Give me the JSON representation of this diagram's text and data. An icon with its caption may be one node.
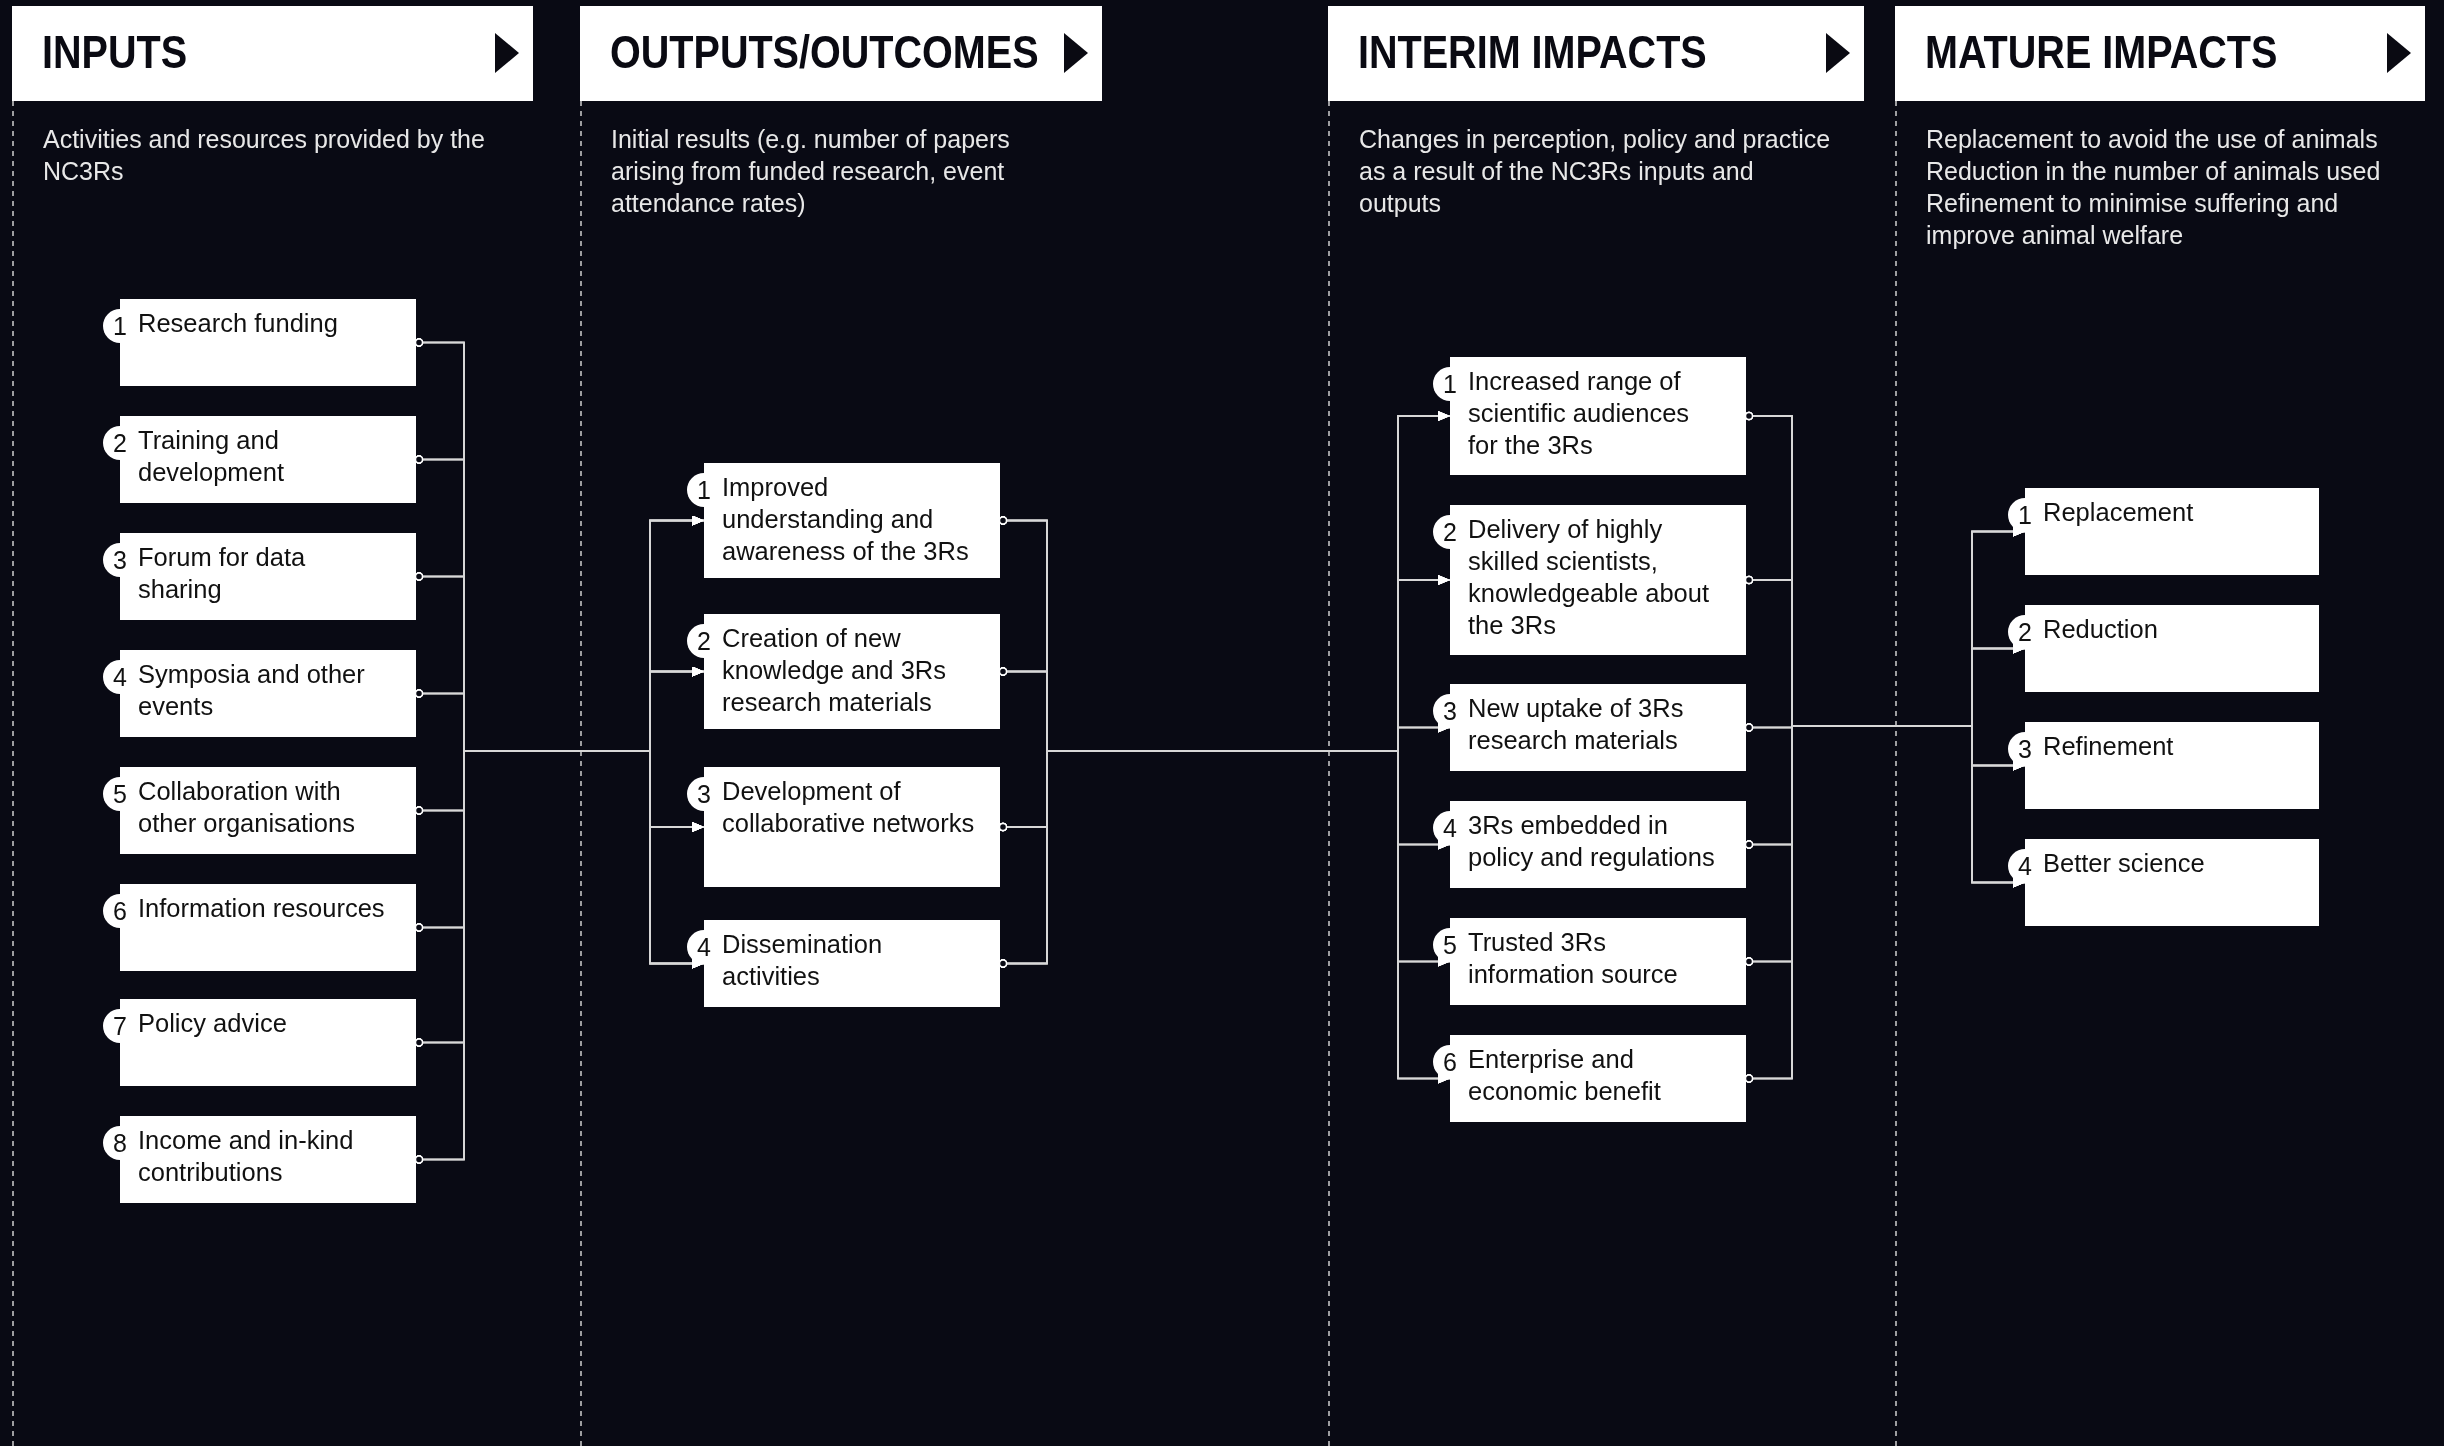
{
  "diagram": {
    "nodes": [
      {
        "text": [
          "INPUTS"
        ],
        "beside": [
          "Activities and resources provided by the NC3Rs"
        ]
      },
      {
        "text": [
          "1",
          "Research funding"
        ]
      },
      {
        "text": [
          "2",
          "Training and development"
        ]
      },
      {
        "text": [
          "3",
          "Forum for data sharing"
        ]
      },
      {
        "text": [
          "4",
          "Symposia and other events"
        ]
      },
      {
        "text": [
          "5",
          "Collaboration with other organisations"
        ]
      },
      {
        "text": [
          "6",
          "Information resources"
        ]
      },
      {
        "text": [
          "7",
          "Policy advice"
        ]
      },
      {
        "text": [
          "8",
          "Income and in-kind contributions"
        ]
      },
      {
        "text": [
          "OUTPUTS/OUTCOMES"
        ],
        "beside": [
          "Initial results (e.g. number of papers arising from funded research, event attendance rates)"
        ]
      },
      {
        "text": [
          "1",
          "Improved understanding and awareness of the 3Rs"
        ]
      },
      {
        "text": [
          "2",
          "Creation of new knowledge and 3Rs research materials"
        ]
      },
      {
        "text": [
          "3",
          "Development of collaborative networks"
        ]
      },
      {
        "text": [
          "4",
          "Dissemination activities"
        ]
      },
      {
        "text": [
          "INTERIM IMPACTS"
        ],
        "beside": [
          "Changes in perception, policy and practice as a result of the NC3Rs inputs and outputs"
        ]
      },
      {
        "text": [
          "1",
          "Increased range of scientific audiences for the 3Rs"
        ]
      },
      {
        "text": [
          "2",
          "Delivery of highly skilled scientists, knowledgeable about the 3Rs"
        ]
      },
      {
        "text": [
          "3",
          "New uptake of 3Rs research materials"
        ]
      },
      {
        "text": [
          "4",
          "3Rs embedded in policy and regulations"
        ]
      },
      {
        "text": [
          "5",
          "Trusted 3Rs information source"
        ]
      },
      {
        "text": [
          "6",
          "Enterprise and economic benefit"
        ]
      },
      {
        "text": [
          "MATURE IMPACTS"
        ],
        "beside": [
          "Replacement to avoid the use of animals",
          "Reduction in the number of animals used",
          "Refinement to minimise suffering and improve animal welfare"
        ]
      },
      {
        "text": [
          "1",
          "Replacement"
        ]
      },
      {
        "text": [
          "2",
          "Reduction"
        ]
      },
      {
        "text": [
          "3",
          "Refinement"
        ]
      },
      {
        "text": [
          "4",
          "Better science"
        ]
      }
    ],
    "edges": [
      {
        "from": 1,
        "to": 10,
        "arrow": "to"
      },
      {
        "from": 1,
        "to": 11,
        "arrow": "to"
      },
      {
        "from": 1,
        "to": 12,
        "arrow": "to"
      },
      {
        "from": 1,
        "to": 13,
        "arrow": "to"
      },
      {
        "from": 2,
        "to": 10,
        "arrow": "to"
      },
      {
        "from": 2,
        "to": 11,
        "arrow": "to"
      },
      {
        "from": 2,
        "to": 12,
        "arrow": "to"
      },
      {
        "from": 2,
        "to": 13,
        "arrow": "to"
      },
      {
        "from": 3,
        "to": 10,
        "arrow": "to"
      },
      {
        "from": 3,
        "to": 11,
        "arrow": "to"
      },
      {
        "from": 3,
        "to": 12,
        "arrow": "to"
      },
      {
        "from": 3,
        "to": 13,
        "arrow": "to"
      },
      {
        "from": 4,
        "to": 10,
        "arrow": "to"
      },
      {
        "from": 4,
        "to": 11,
        "arrow": "to"
      },
      {
        "from": 4,
        "to": 12,
        "arrow": "to"
      },
      {
        "from": 4,
        "to": 13,
        "arrow": "to"
      },
      {
        "from": 5,
        "to": 10,
        "arrow": "to"
      },
      {
        "from": 5,
        "to": 11,
        "arrow": "to"
      },
      {
        "from": 5,
        "to": 12,
        "arrow": "to"
      },
      {
        "from": 5,
        "to": 13,
        "arrow": "to"
      },
      {
        "from": 6,
        "to": 10,
        "arrow": "to"
      },
      {
        "from": 6,
        "to": 11,
        "arrow": "to"
      },
      {
        "from": 6,
        "to": 12,
        "arrow": "to"
      },
      {
        "from": 6,
        "to": 13,
        "arrow": "to"
      },
      {
        "from": 7,
        "to": 10,
        "arrow": "to"
      },
      {
        "from": 7,
        "to": 11,
        "arrow": "to"
      },
      {
        "from": 7,
        "to": 12,
        "arrow": "to"
      },
      {
        "from": 7,
        "to": 13,
        "arrow": "to"
      },
      {
        "from": 8,
        "to": 10,
        "arrow": "to"
      },
      {
        "from": 8,
        "to": 11,
        "arrow": "to"
      },
      {
        "from": 8,
        "to": 12,
        "arrow": "to"
      },
      {
        "from": 8,
        "to": 13,
        "arrow": "to"
      },
      {
        "from": 10,
        "to": 15,
        "arrow": "to"
      },
      {
        "from": 10,
        "to": 16,
        "arrow": "to"
      },
      {
        "from": 10,
        "to": 17,
        "arrow": "to"
      },
      {
        "from": 10,
        "to": 18,
        "arrow": "to"
      },
      {
        "from": 10,
        "to": 19,
        "arrow": "to"
      },
      {
        "from": 10,
        "to": 20,
        "arrow": "to"
      },
      {
        "from": 11,
        "to": 15,
        "arrow": "to"
      },
      {
        "from": 11,
        "to": 16,
        "arrow": "to"
      },
      {
        "from": 11,
        "to": 17,
        "arrow": "to"
      },
      {
        "from": 11,
        "to": 18,
        "arrow": "to"
      },
      {
        "from": 11,
        "to": 19,
        "arrow": "to"
      },
      {
        "from": 11,
        "to": 20,
        "arrow": "to"
      },
      {
        "from": 12,
        "to": 15,
        "arrow": "to"
      },
      {
        "from": 12,
        "to": 16,
        "arrow": "to"
      },
      {
        "from": 12,
        "to": 17,
        "arrow": "to"
      },
      {
        "from": 12,
        "to": 18,
        "arrow": "to"
      },
      {
        "from": 12,
        "to": 19,
        "arrow": "to"
      },
      {
        "from": 12,
        "to": 20,
        "arrow": "to"
      },
      {
        "from": 13,
        "to": 15,
        "arrow": "to"
      },
      {
        "from": 13,
        "to": 16,
        "arrow": "to"
      },
      {
        "from": 13,
        "to": 17,
        "arrow": "to"
      },
      {
        "from": 13,
        "to": 18,
        "arrow": "to"
      },
      {
        "from": 13,
        "to": 19,
        "arrow": "to"
      },
      {
        "from": 13,
        "to": 20,
        "arrow": "to"
      },
      {
        "from": 15,
        "to": 22,
        "arrow": "to"
      },
      {
        "from": 15,
        "to": 23,
        "arrow": "to"
      },
      {
        "from": 15,
        "to": 24,
        "arrow": "to"
      },
      {
        "from": 15,
        "to": 25,
        "arrow": "to"
      },
      {
        "from": 16,
        "to": 22,
        "arrow": "to"
      },
      {
        "from": 16,
        "to": 23,
        "arrow": "to"
      },
      {
        "from": 16,
        "to": 24,
        "arrow": "to"
      },
      {
        "from": 16,
        "to": 25,
        "arrow": "to"
      },
      {
        "from": 17,
        "to": 22,
        "arrow": "to"
      },
      {
        "from": 17,
        "to": 23,
        "arrow": "to"
      },
      {
        "from": 17,
        "to": 24,
        "arrow": "to"
      },
      {
        "from": 17,
        "to": 25,
        "arrow": "to"
      },
      {
        "from": 18,
        "to": 22,
        "arrow": "to"
      },
      {
        "from": 18,
        "to": 23,
        "arrow": "to"
      },
      {
        "from": 18,
        "to": 24,
        "arrow": "to"
      },
      {
        "from": 18,
        "to": 25,
        "arrow": "to"
      },
      {
        "from": 19,
        "to": 22,
        "arrow": "to"
      },
      {
        "from": 19,
        "to": 23,
        "arrow": "to"
      },
      {
        "from": 19,
        "to": 24,
        "arrow": "to"
      },
      {
        "from": 19,
        "to": 25,
        "arrow": "to"
      },
      {
        "from": 20,
        "to": 22,
        "arrow": "to"
      },
      {
        "from": 20,
        "to": 23,
        "arrow": "to"
      },
      {
        "from": 20,
        "to": 24,
        "arrow": "to"
      },
      {
        "from": 20,
        "to": 25,
        "arrow": "to"
      }
    ]
  }
}
